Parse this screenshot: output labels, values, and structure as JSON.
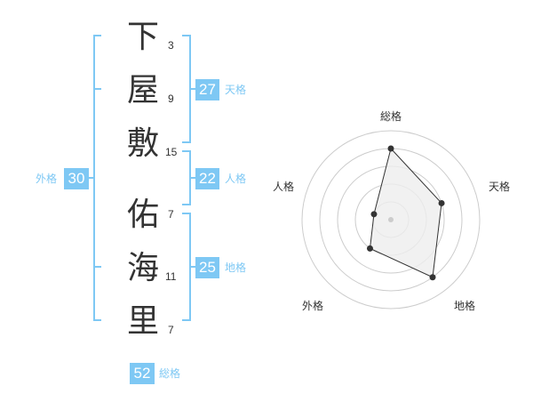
{
  "name": {
    "chars": [
      {
        "char": "下",
        "strokes": "3"
      },
      {
        "char": "屋",
        "strokes": "9"
      },
      {
        "char": "敷",
        "strokes": "15"
      },
      {
        "char": "佑",
        "strokes": "7"
      },
      {
        "char": "海",
        "strokes": "11"
      },
      {
        "char": "里",
        "strokes": "7"
      }
    ]
  },
  "fortunes": {
    "tenkaku": {
      "value": "27",
      "label": "天格"
    },
    "jinkaku": {
      "value": "22",
      "label": "人格"
    },
    "chikaku": {
      "value": "25",
      "label": "地格"
    },
    "gaikaku": {
      "value": "30",
      "label": "外格"
    },
    "soukaku": {
      "value": "52",
      "label": "総格"
    }
  },
  "radar": {
    "axes": [
      "総格",
      "天格",
      "地格",
      "外格",
      "人格"
    ],
    "levels": [
      4,
      3,
      4,
      2,
      1
    ],
    "max_level": 5,
    "colors": {
      "ring": "#cccccc",
      "fill": "#eeeeee",
      "line": "#333333",
      "center": "#cccccc"
    }
  },
  "colors": {
    "accent": "#7ec8f4",
    "text": "#333333"
  }
}
